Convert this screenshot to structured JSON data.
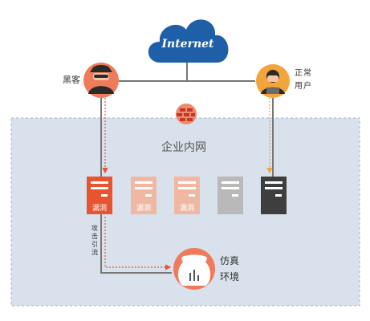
{
  "cloud": {
    "label": "Internet",
    "color": "#1f5fa8"
  },
  "hacker": {
    "label_1": "黑",
    "label_2": "客",
    "icon": "hacker-icon"
  },
  "normal_user": {
    "label_1": "正",
    "label_2": "常",
    "label_3": "用",
    "label_4": "户",
    "icon": "user-icon"
  },
  "firewall": {
    "icon": "firewall-icon"
  },
  "intranet": {
    "label": "企业内网"
  },
  "servers": [
    {
      "label": "漏洞",
      "state": "active",
      "color": "#e8542f"
    },
    {
      "label": "漏洞",
      "state": "faded",
      "color": "#f0b8a3"
    },
    {
      "label": "漏洞",
      "state": "faded",
      "color": "#f0b8a3"
    },
    {
      "label": "",
      "state": "faded-gray",
      "color": "#b9b9b9"
    },
    {
      "label": "",
      "state": "normal",
      "color": "#3e3e3e"
    }
  ],
  "diversion": {
    "label_1": "攻",
    "label_2": "击",
    "label_3": "引",
    "label_4": "流"
  },
  "honeypot": {
    "label_1": "仿真",
    "label_2": "环境",
    "icon": "honeypot-jar-icon"
  },
  "colors": {
    "accent": "#e8542f",
    "user": "#f3a43b",
    "zone": "#d8e1ec"
  }
}
